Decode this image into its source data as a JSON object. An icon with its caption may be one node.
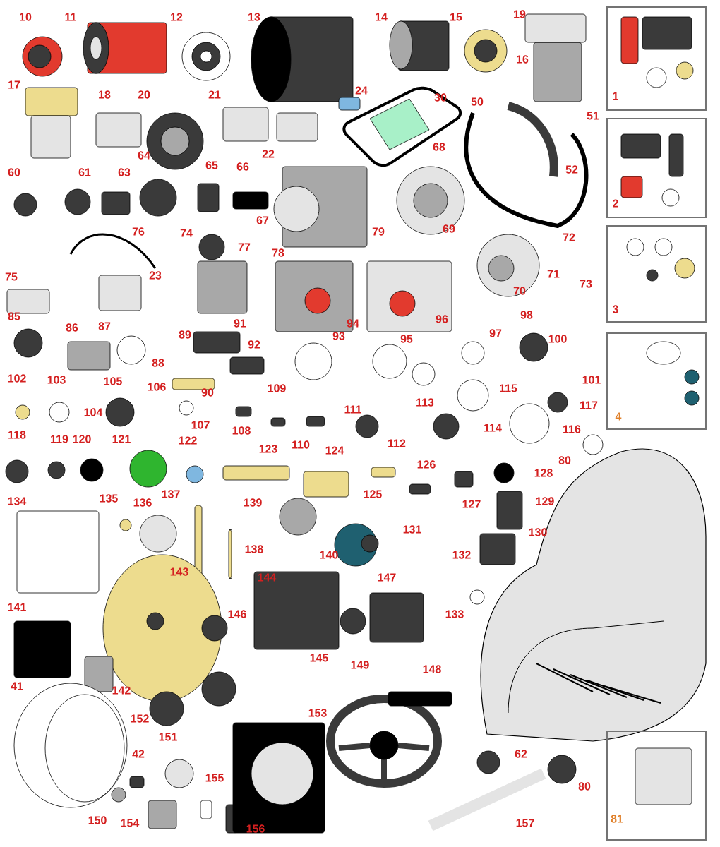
{
  "diagram": {
    "nodes": [
      {
        "text": [
          "1"
        ]
      },
      {
        "text": [
          "2"
        ]
      },
      {
        "text": [
          "3"
        ]
      },
      {
        "text": [
          "4"
        ]
      },
      {
        "text": [
          "81"
        ]
      }
    ],
    "labels": [
      "10",
      "11",
      "12",
      "13",
      "14",
      "15",
      "19",
      "16",
      "17",
      "18",
      "20",
      "21",
      "24",
      "30",
      "50",
      "51",
      "64",
      "22",
      "68",
      "60",
      "61",
      "63",
      "65",
      "66",
      "52",
      "76",
      "74",
      "67",
      "79",
      "69",
      "72",
      "77",
      "78",
      "75",
      "23",
      "71",
      "73",
      "70",
      "85",
      "91",
      "94",
      "96",
      "98",
      "86",
      "87",
      "89",
      "92",
      "93",
      "95",
      "97",
      "100",
      "88",
      "102",
      "103",
      "105",
      "106",
      "90",
      "109",
      "115",
      "101",
      "104",
      "111",
      "113",
      "117",
      "107",
      "108",
      "114",
      "116",
      "118",
      "119",
      "120",
      "121",
      "122",
      "123",
      "110",
      "124",
      "112",
      "126",
      "80",
      "128",
      "134",
      "135",
      "136",
      "137",
      "139",
      "125",
      "127",
      "129",
      "131",
      "130",
      "138",
      "140",
      "132",
      "143",
      "144",
      "147",
      "141",
      "146",
      "133",
      "145",
      "149",
      "148",
      "41",
      "142",
      "152",
      "153",
      "151",
      "42",
      "62",
      "155",
      "80",
      "150",
      "154",
      "156",
      "157"
    ]
  }
}
